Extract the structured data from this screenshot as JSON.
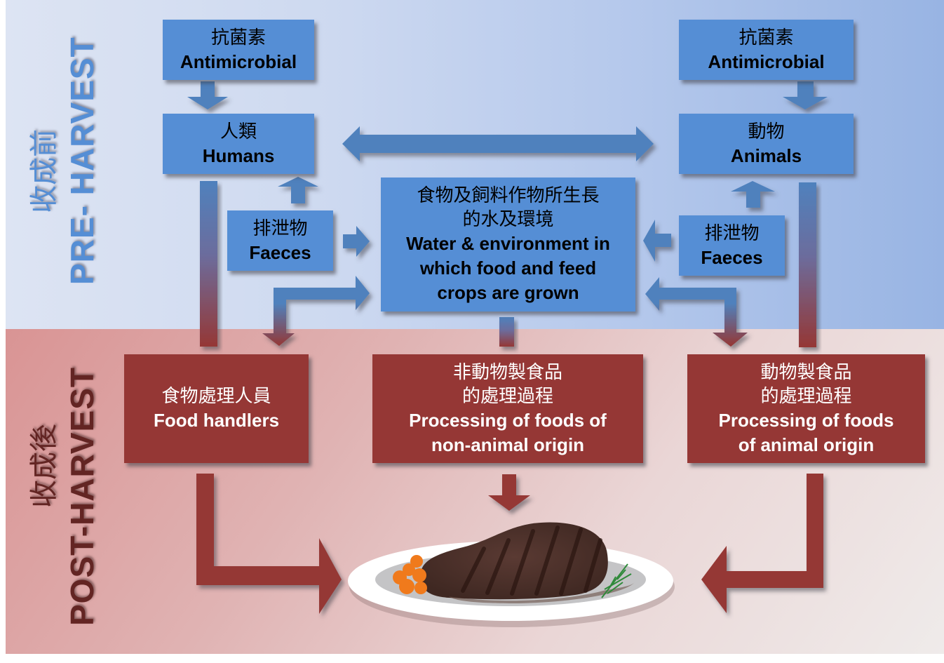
{
  "colors": {
    "pre_box": "#558ed5",
    "post_box": "#953735",
    "pre_arrow": "#4f81bd",
    "post_arrow": "#953735",
    "pre_label": "#558ed5",
    "post_label": "#632523"
  },
  "sections": {
    "pre_harvest": {
      "zh": "收成前",
      "en": "PRE- HARVEST"
    },
    "post_harvest": {
      "zh": "收成後",
      "en": "POST-HARVEST"
    }
  },
  "nodes": {
    "antimicrobial_left": {
      "zh": "抗菌素",
      "en": "Antimicrobial"
    },
    "antimicrobial_right": {
      "zh": "抗菌素",
      "en": "Antimicrobial"
    },
    "humans": {
      "zh": "人類",
      "en": "Humans"
    },
    "animals": {
      "zh": "動物",
      "en": "Animals"
    },
    "faeces_left": {
      "zh": "排泄物",
      "en": "Faeces"
    },
    "faeces_right": {
      "zh": "排泄物",
      "en": "Faeces"
    },
    "environment": {
      "zh_line1": "食物及飼料作物所生長",
      "zh_line2": "的水及環境",
      "en_line1": "Water & environment in",
      "en_line2": "which food and feed",
      "en_line3": "crops are grown"
    },
    "food_handlers": {
      "zh": "食物處理人員",
      "en": "Food handlers"
    },
    "non_animal_processing": {
      "zh_line1": "非動物製食品",
      "zh_line2": "的處理過程",
      "en_line1": "Processing of foods of",
      "en_line2": "non-animal origin"
    },
    "animal_processing": {
      "zh_line1": "動物製食品",
      "zh_line2": "的處理過程",
      "en_line1": "Processing of foods",
      "en_line2": "of animal origin"
    }
  },
  "illustration": {
    "name": "steak-on-plate"
  }
}
